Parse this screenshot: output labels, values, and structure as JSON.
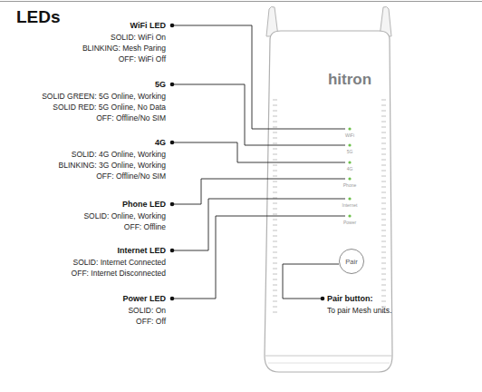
{
  "diagram": {
    "title": "LEDs",
    "nodes": [
      {
        "text": [
          "Pair"
        ]
      }
    ],
    "labels": [
      "WiFi LED",
      "SOLID: WiFi On",
      "BLINKING: Mesh Paring",
      "OFF: WiFi Off",
      "5G",
      "SOLID GREEN: 5G Online, Working",
      "SOLID RED: 5G Online, No Data",
      "OFF: Offline/No SIM",
      "4G",
      "SOLID: 4G Online, Working",
      "BLINKING: 3G Online, Working",
      "OFF: Offline/No SIM",
      "Phone LED",
      "SOLID: Online, Working",
      "OFF: Offline",
      "Internet LED",
      "SOLID: Internet Connected",
      "OFF: Internet Disconnected",
      "Power LED",
      "SOLID: On",
      "OFF: Off",
      "Pair button:",
      "To pair Mesh units.",
      "hitron",
      "WiFi",
      "5G",
      "4G",
      "Phone",
      "Internet",
      "Power"
    ]
  }
}
